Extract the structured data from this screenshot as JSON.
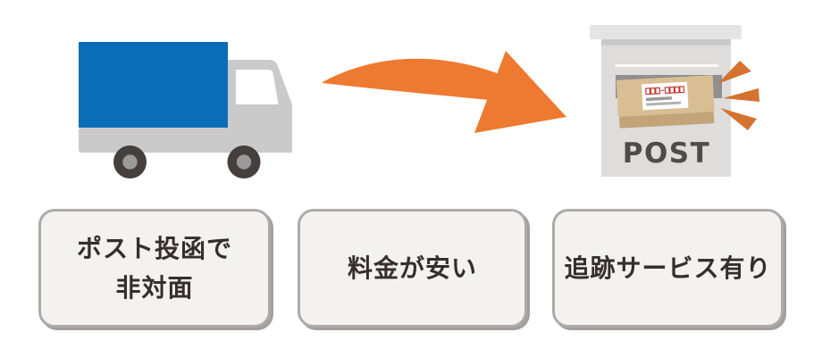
{
  "illustration": {
    "truck": {
      "cargo_color": "#0B6DB7",
      "body_color": "#CACACA",
      "window_color": "#FFFFFF",
      "wheel_color": "#453F3D",
      "hub_color": "#9B9B9B"
    },
    "arrow": {
      "color": "#ED7A30"
    },
    "emphasis": {
      "color": "#D5722F"
    },
    "postbox": {
      "post_label": "POST",
      "post_label_color": "#514B48",
      "lid_color": "#E4E4E4",
      "band_color": "#CBCACA",
      "body_color": "#DEDDDC",
      "slot_color": "#8F8F8F"
    },
    "package": {
      "top_color": "#D9BE94",
      "front_color": "#C1A478",
      "label_color": "#FFFFFF",
      "postal_mark_color": "#C5392E",
      "address_line1_color": "#9A9A9A",
      "address_line2_color": "#B3B2B1"
    }
  },
  "features": {
    "card_bg": "#F3F2F0",
    "card_border": "#AEAAA7",
    "text_color": "#362E2B",
    "items": [
      {
        "line1": "ポスト投函で",
        "line2": "非対面"
      },
      {
        "line1": "料金が安い",
        "line2": ""
      },
      {
        "line1": "追跡サービス有り",
        "line2": ""
      }
    ]
  }
}
